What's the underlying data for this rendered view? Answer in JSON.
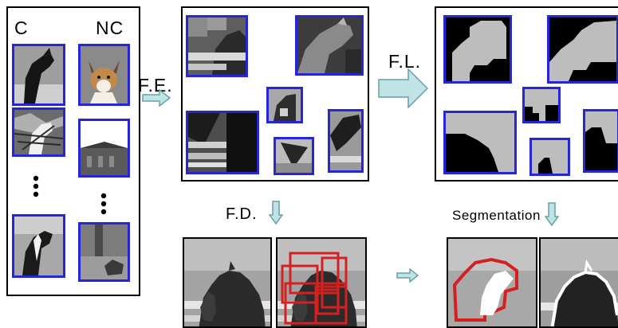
{
  "labels": {
    "c": "C",
    "nc": "NC",
    "fe": "F.E.",
    "fl": "F.L.",
    "fd": "F.D.",
    "segmentation": "Segmentation"
  },
  "colors": {
    "box_blue": "#2626d6",
    "detection_red": "#d42020",
    "arrow_fill": "#bfe3e6",
    "arrow_stroke": "#6a9fa6",
    "mask_gray": "#bdbdbd",
    "outline_white": "#ffffff"
  },
  "icons": {
    "ellipsis": "vertical-ellipsis-icon",
    "arrow_right": "arrow-right-icon",
    "arrow_down": "arrow-down-icon"
  }
}
